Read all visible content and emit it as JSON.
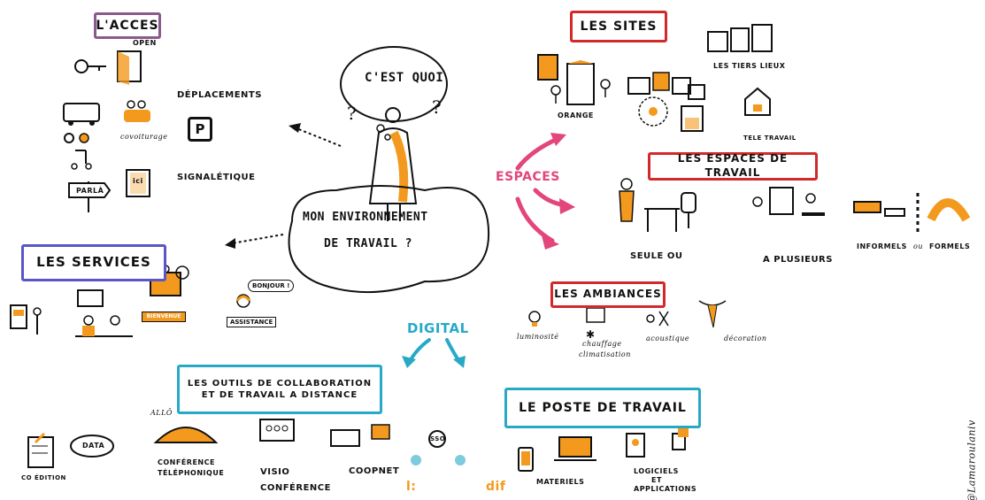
{
  "colors": {
    "orange": "#f39a1e",
    "purple": "#8a5a8c",
    "red": "#d22a2a",
    "blue": "#5a56c8",
    "teal": "#27a9c6",
    "pink": "#e2467a",
    "ink": "#111111"
  },
  "center": {
    "question": "C'EST QUOI",
    "title_line1": "MON ENVIRONNEMENT",
    "title_line2": "DE   TRAVAIL ?"
  },
  "acces": {
    "title": "L'ACCES",
    "open": "OPEN",
    "deplacements": "DÉPLACEMENTS",
    "covoiturage": "covoiturage",
    "parking": "P",
    "signaletique": "SIGNALÉTIQUE",
    "parla": "PARLÀ",
    "ici": "ici"
  },
  "services": {
    "title": "LES SERVICES",
    "bienvenue": "BIENVENUE",
    "assistance": "ASSISTANCE",
    "bonjour": "BONJOUR !"
  },
  "sites": {
    "title": "LES SITES",
    "orange": "ORANGE",
    "tiers_lieux": "LES TIERS LIEUX",
    "teletravail": "TELE TRAVAIL"
  },
  "espaces": {
    "label": "ESPACES",
    "title": "LES ESPACES DE TRAVAIL",
    "seule_ou": "SEULE OU",
    "a_plusieurs": "A PLUSIEURS",
    "informels": "INFORMELS",
    "ou": "ou",
    "formels": "FORMELS"
  },
  "ambiances": {
    "title": "LES AMBIANCES",
    "luminosite": "luminosité",
    "chauffage": "chauffage",
    "climatisation": "climatisation",
    "acoustique": "acoustique",
    "decoration": "décoration"
  },
  "digital": {
    "label": "DIGITAL"
  },
  "outils": {
    "title_line1": "LES OUTILS DE COLLABORATION",
    "title_line2": "ET DE TRAVAIL A DISTANCE",
    "coedition": "CO ÉDITION",
    "data": "DATA",
    "allo": "ALLÔ",
    "conference_tel_1": "CONFÉRENCE",
    "conference_tel_2": "TÉLÉPHONIQUE",
    "visio_1": "VISIO",
    "visio_2": "CONFÉRENCE",
    "coopnet": "COOPNET",
    "sso": "SSO"
  },
  "poste": {
    "title": "LE POSTE DE TRAVAIL",
    "materiels": "MATERIELS",
    "logiciels_1": "LOGICIELS",
    "logiciels_2": "ET",
    "logiciels_3": "APPLICATIONS"
  },
  "footer": {
    "overlay_left": "l:",
    "overlay_right": "dif"
  },
  "signature": "@Lamaroulaniv"
}
